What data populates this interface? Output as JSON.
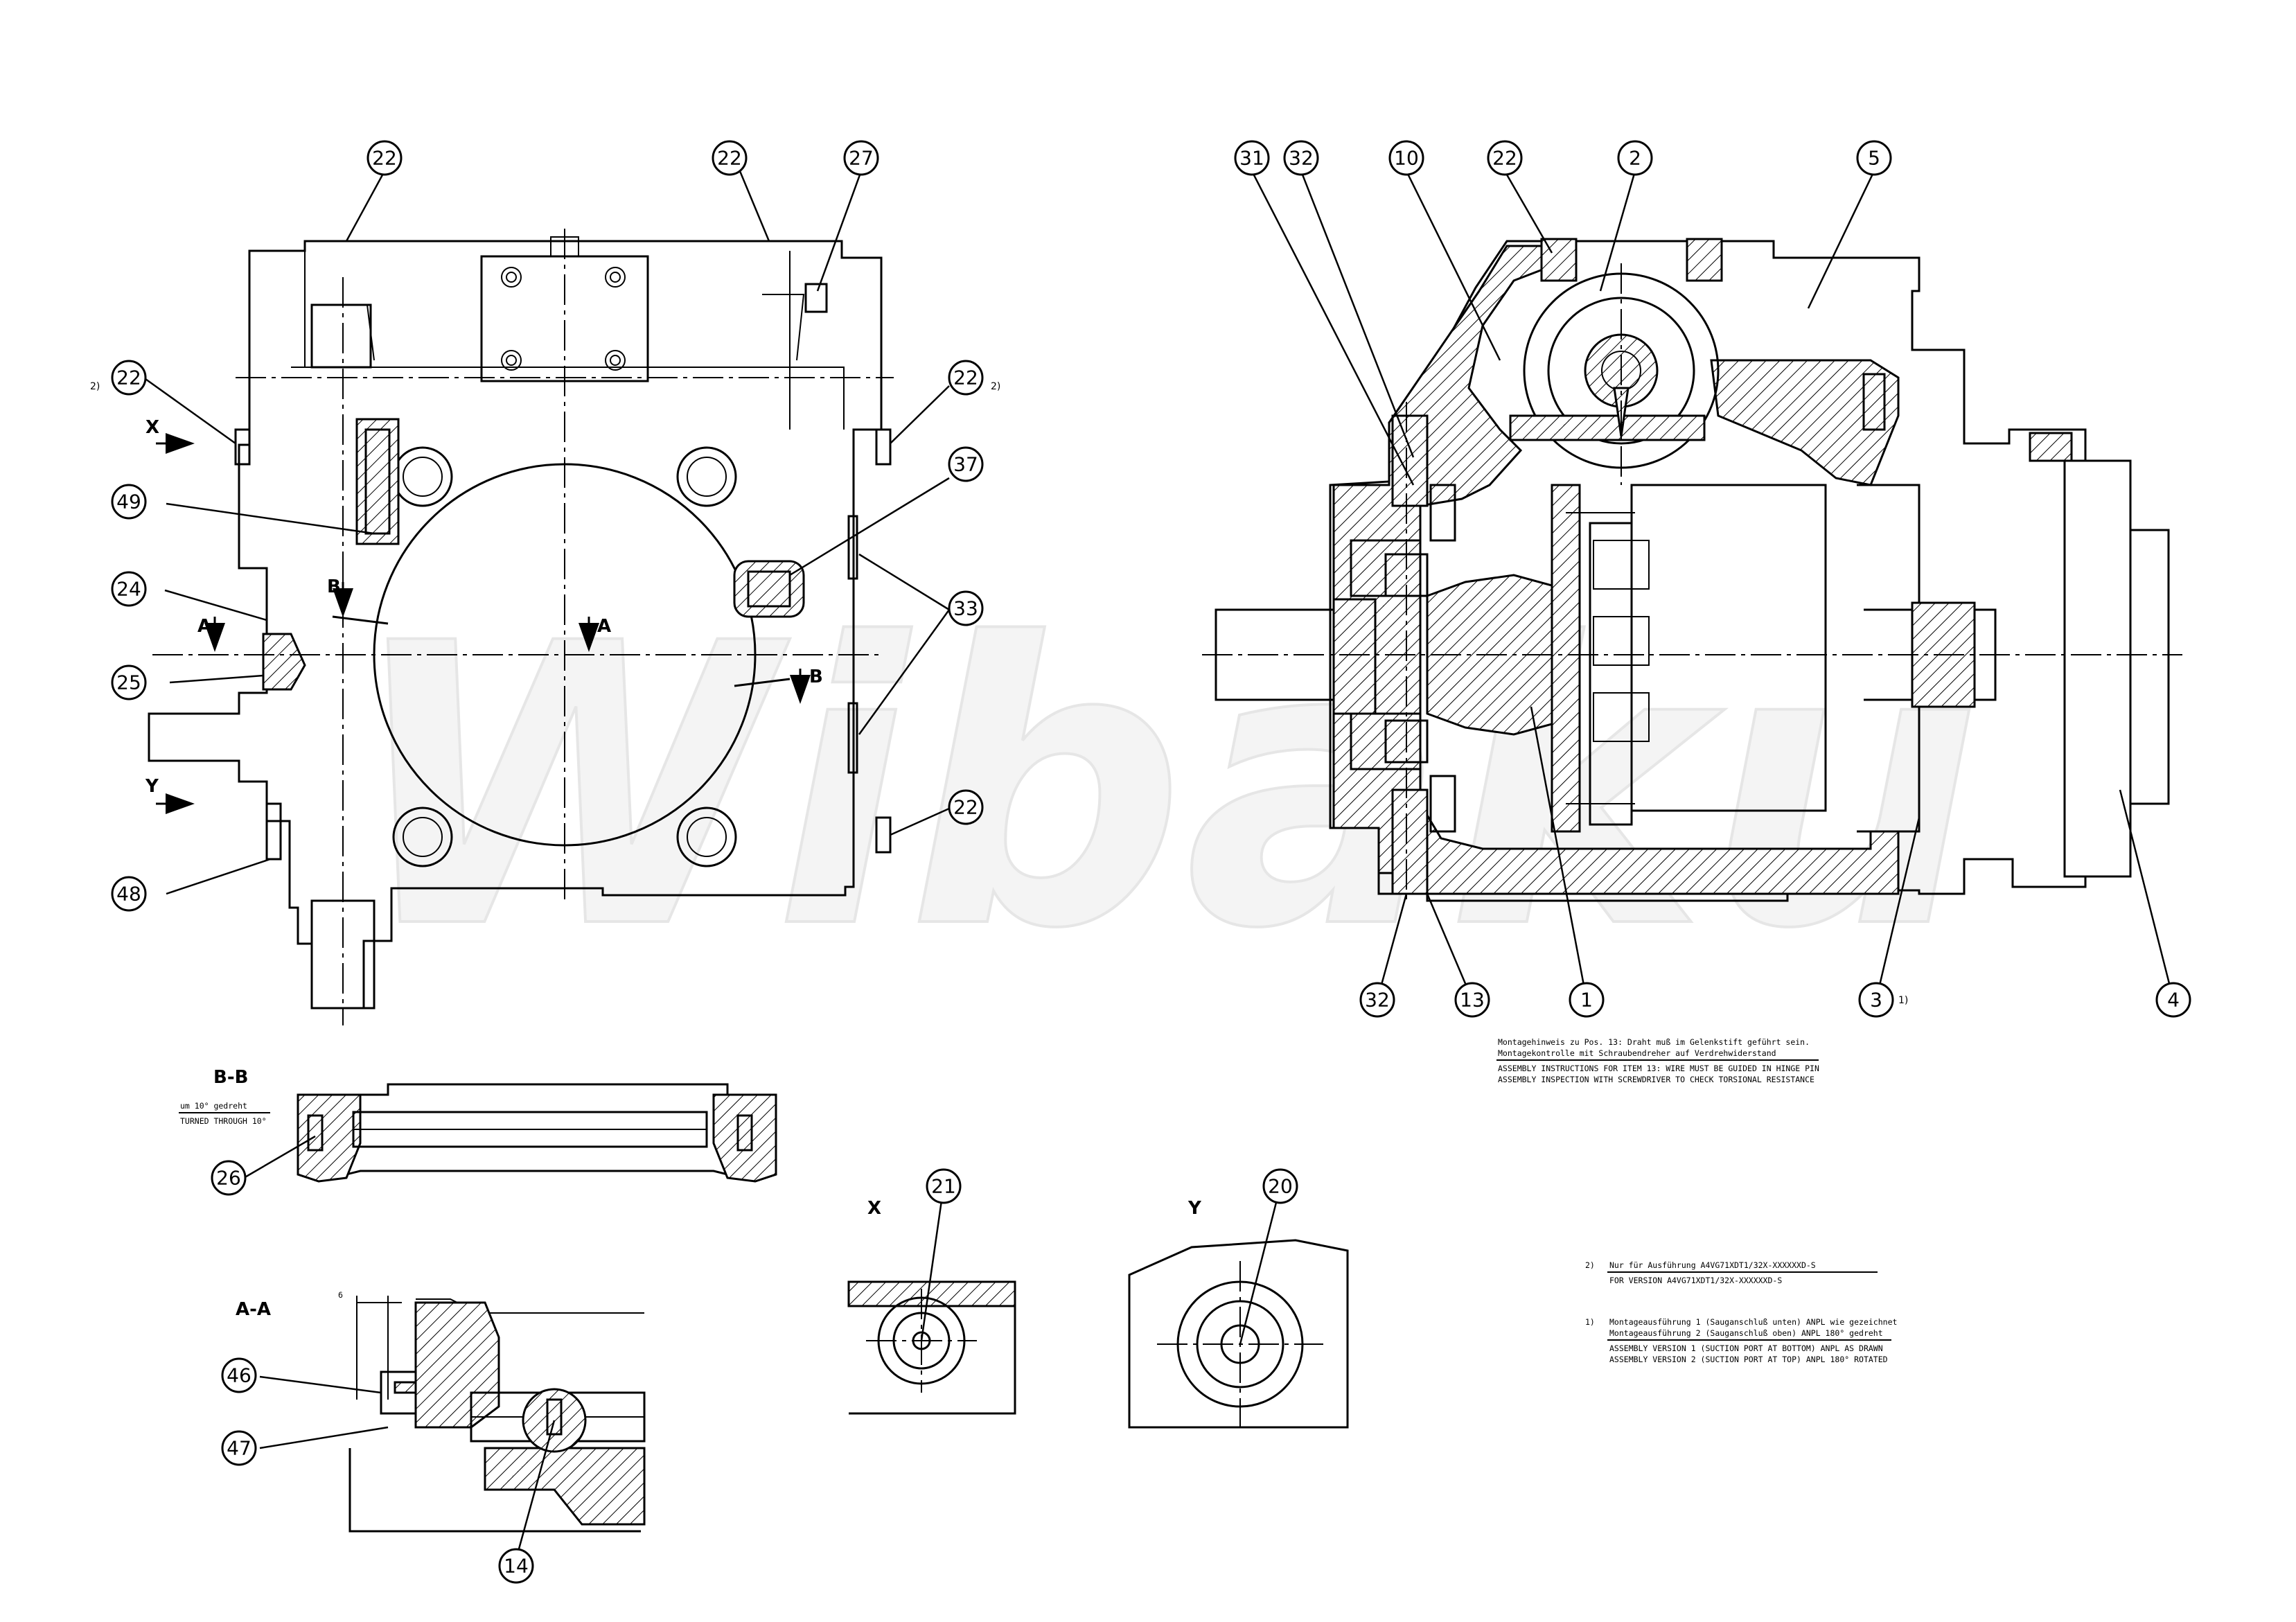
{
  "watermark": "Wibaku",
  "view_labels": {
    "bb": "B-B",
    "aa": "A-A",
    "x": "X",
    "y": "Y",
    "arrow_x": "X",
    "arrow_y": "Y",
    "cut_a_left": "A",
    "cut_a_center": "A",
    "cut_b_left": "B",
    "cut_b_right": "B"
  },
  "bb_caption": {
    "de": "um 10° gedreht",
    "en": "TURNED THROUGH 10°"
  },
  "aa_dimension": "6",
  "assembly_note": {
    "line1": "Montagehinweis zu Pos. 13: Draht muß im Gelenkstift geführt sein.",
    "line2": "Montagekontrolle mit Schraubendreher auf Verdrehwiderstand",
    "line3": "ASSEMBLY INSTRUCTIONS FOR ITEM 13: WIRE MUST BE GUIDED IN HINGE PIN",
    "line4": "ASSEMBLY INSPECTION WITH SCREWDRIVER TO CHECK TORSIONAL RESISTANCE"
  },
  "footnote_2": {
    "marker": "2)",
    "de": "Nur für Ausführung A4VG71XDT1/32X-XXXXXXD-S",
    "en": "FOR VERSION A4VG71XDT1/32X-XXXXXXD-S"
  },
  "footnote_1": {
    "marker": "1)",
    "line1": "Montageausführung 1 (Sauganschluß unten) ANPL wie gezeichnet",
    "line2": "Montageausführung 2 (Sauganschluß oben) ANPL 180° gedreht",
    "line3": "ASSEMBLY VERSION 1 (SUCTION PORT AT BOTTOM) ANPL AS DRAWN",
    "line4": "ASSEMBLY VERSION 2 (SUCTION PORT AT TOP) ANPL 180° ROTATED"
  },
  "markers": {
    "sup2_left": "2)",
    "sup2_right": "2)",
    "sup1_item3": "1)"
  },
  "bubbles": {
    "b22_top_a": "22",
    "b22_top_b": "22",
    "b27": "27",
    "b22_left": "22",
    "b22_right": "22",
    "b37": "37",
    "b49": "49",
    "b24": "24",
    "b33": "33",
    "b25": "25",
    "b22_low_right": "22",
    "b48": "48",
    "b31": "31",
    "b32_top": "32",
    "b10": "10",
    "b22_section": "22",
    "b2": "2",
    "b5": "5",
    "b32_bottom": "32",
    "b13": "13",
    "b1": "1",
    "b3": "3",
    "b4": "4",
    "b26": "26",
    "b21": "21",
    "b20": "20",
    "b46": "46",
    "b47": "47",
    "b14": "14"
  }
}
